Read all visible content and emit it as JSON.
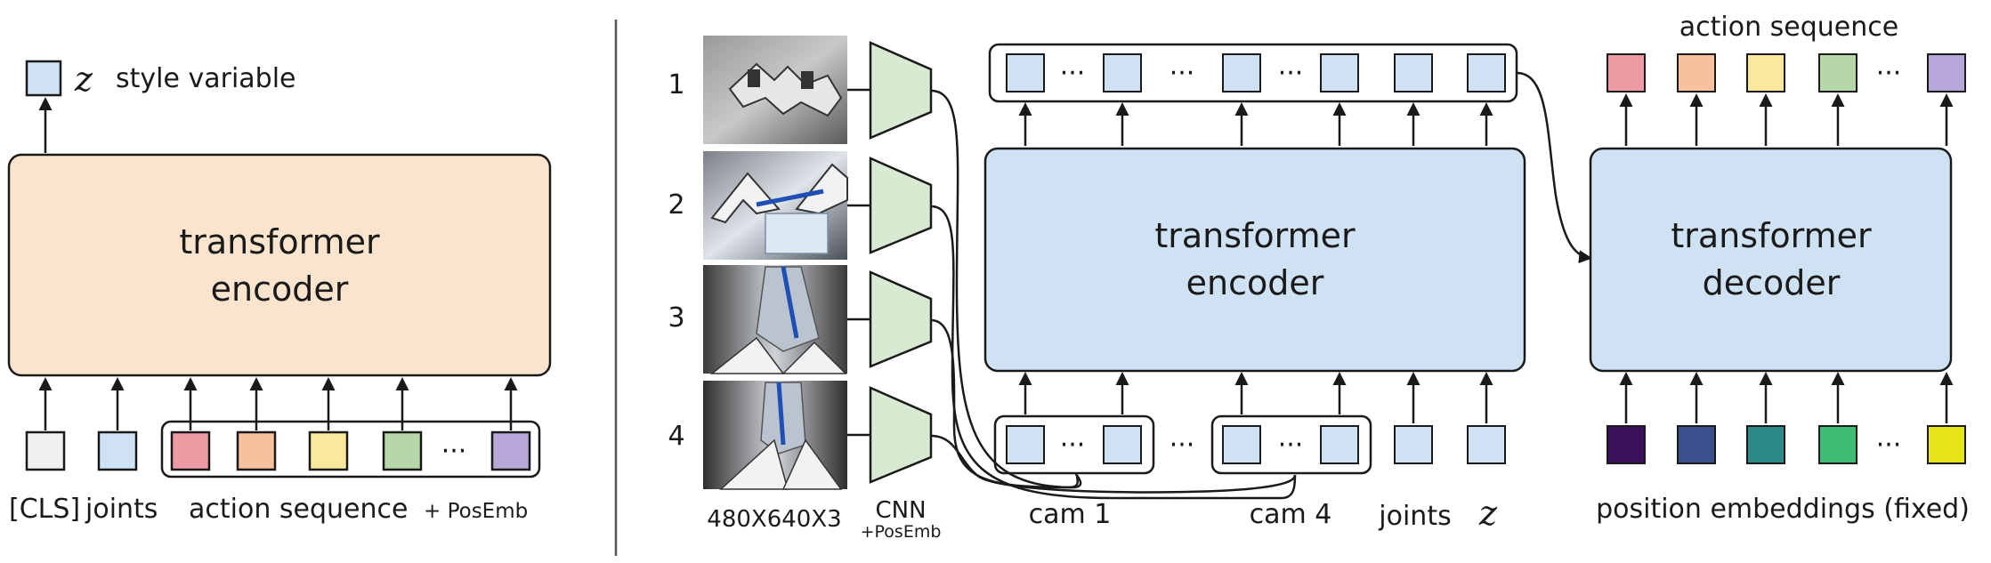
{
  "left": {
    "z_symbol": "z",
    "style_variable_label": "style variable",
    "encoder_line1": "transformer",
    "encoder_line2": "encoder",
    "cls_label": "[CLS]",
    "joints_label": "joints",
    "action_sequence_label": "action sequence",
    "posemb_label": "+ PosEmb",
    "ellipsis": "···",
    "encoder_color": "#fbe4cd",
    "action_colors": [
      "#ee9aa4",
      "#f7c19e",
      "#fbe79e",
      "#b6d7a8",
      "#b7a6d8"
    ]
  },
  "right": {
    "row_numbers": [
      "1",
      "2",
      "3",
      "4"
    ],
    "image_size_label": "480X640X3",
    "cnn_label": "CNN",
    "cnn_posemb_label": "+PosEmb",
    "encoder_line1": "transformer",
    "encoder_line2": "encoder",
    "decoder_line1": "transformer",
    "decoder_line2": "decoder",
    "cam1_label": "cam 1",
    "cam4_label": "cam 4",
    "joints_label": "joints",
    "z_symbol": "z",
    "action_sequence_label": "action sequence",
    "position_embeddings_label": "position embeddings (fixed)",
    "ellipsis": "···",
    "block_color": "#cfe2f3",
    "cnn_color": "#d9ead3",
    "action_colors": [
      "#ee9aa4",
      "#f7c19e",
      "#fbe79e",
      "#b6d7a8",
      "#b7a6d8"
    ],
    "posemb_colors": [
      "#3b0f5c",
      "#3b4f8c",
      "#2c8a8a",
      "#3dbc74",
      "#e7e519"
    ]
  }
}
